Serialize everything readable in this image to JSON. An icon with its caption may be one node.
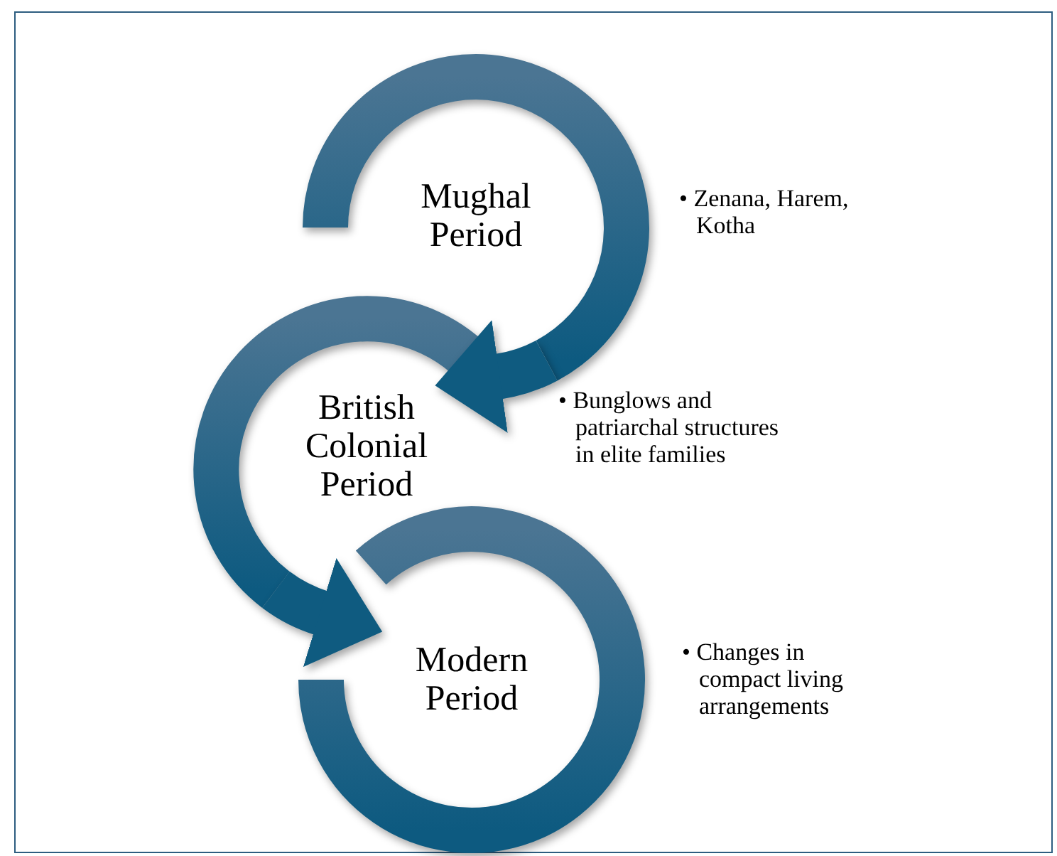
{
  "diagram": {
    "nodes": [
      {
        "text": [
          "Mughal Period"
        ],
        "beside": [
          "• Zenana, Harem, Kotha"
        ]
      },
      {
        "text": [
          "British Colonial Period"
        ]
      },
      {
        "text": [
          "Modern Period"
        ],
        "beside": [
          "• Changes in compact living arrangements"
        ]
      }
    ],
    "edges": [
      {
        "from": 0,
        "to": 1,
        "arrow": "to"
      },
      {
        "from": 1,
        "to": 2,
        "arrow": "to"
      }
    ],
    "labels": [
      "• Bunglows and patriarchal structures in elite families"
    ]
  }
}
